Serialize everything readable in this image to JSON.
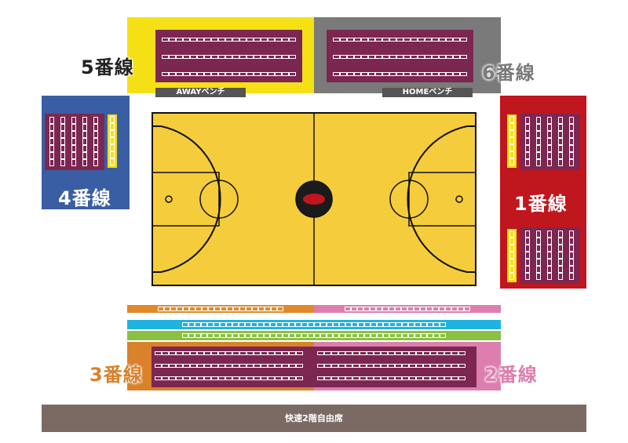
{
  "zones": {
    "zone1": {
      "label": "1番線",
      "color": "#c0161e",
      "label_color": "#ffffff"
    },
    "zone2": {
      "label": "2番線",
      "color": "#dc7fae",
      "label_color": "#ffffff"
    },
    "zone3": {
      "label": "3番線",
      "color": "#d9822b",
      "label_color": "#ffffff"
    },
    "zone4": {
      "label": "4番線",
      "color": "#3a5ea3",
      "label_color": "#ffffff"
    },
    "zone5": {
      "label": "5番線",
      "color": "#f5e016",
      "label_color": "#222222"
    },
    "zone6": {
      "label": "6番線",
      "color": "#7a7a7a",
      "label_color": "#ffffff"
    }
  },
  "benches": {
    "away": "AWAYベンチ",
    "home": "HOMEベンチ"
  },
  "bottom_bar": {
    "label": "快速2階自由席",
    "color": "#7a6a63"
  },
  "court": {
    "floor_color": "#f5cc3b",
    "line_color": "#111111"
  },
  "colors": {
    "seat_block": "#7b2751",
    "strip_cyan": "#1fb3e0",
    "strip_green": "#8cc043",
    "strip_orange": "#e08a2a",
    "strip_pink": "#dc7fae"
  }
}
